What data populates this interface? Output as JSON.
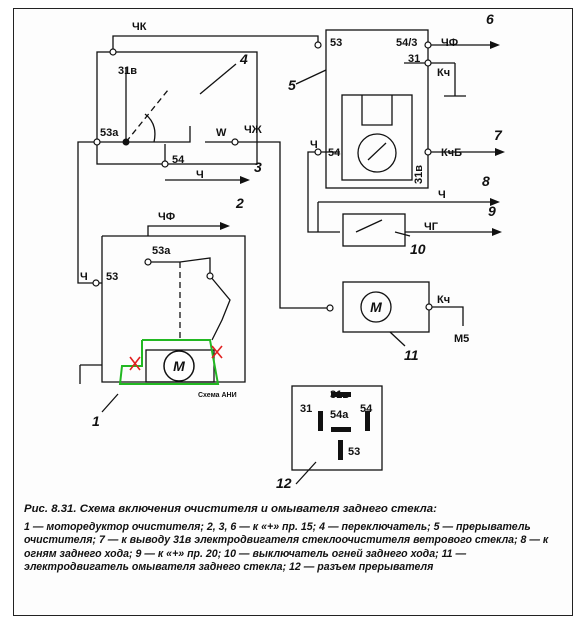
{
  "labels": {
    "chk": "ЧК",
    "t31v_1": "31в",
    "t53a_1": "53а",
    "w": "W",
    "chzh": "ЧЖ",
    "t54_1": "54",
    "ch_1": "Ч",
    "chf_1": "ЧФ",
    "t53a_2": "53а",
    "ch_2": "Ч",
    "t53_1": "53",
    "t53_2": "53",
    "t54_3": "54/3",
    "chf_2": "ЧФ",
    "t31": "31",
    "kch_1": "Кч",
    "ch_3": "Ч",
    "t54_2": "54",
    "kchb": "КчБ",
    "t31v_2": "31в",
    "ch_4": "Ч",
    "chg": "ЧГ",
    "kch_2": "Кч",
    "m5": "М5",
    "motor_1": "М",
    "motor_2": "М",
    "scheme_ani": "Схема АНИ",
    "conn_31v": "31в",
    "conn_31": "31",
    "conn_54a": "54а",
    "conn_54": "54",
    "conn_53": "53"
  },
  "callouts": [
    "1",
    "2",
    "3",
    "4",
    "5",
    "6",
    "7",
    "8",
    "9",
    "10",
    "11",
    "12"
  ],
  "colors": {
    "annotation_green": "#22b822",
    "annotation_red": "#e02020"
  },
  "caption": {
    "title": "Рис. 8.31. Схема включения очистителя и омывателя заднего стекла:",
    "legend": "1 — моторедуктор очистителя; 2, 3, 6 — к «+» пр. 15; 4 — переключатель; 5 — прерыватель очистителя; 7 — к выводу 31в электродвигателя стеклоочистителя ветрового стекла; 8 — к огням заднего хода; 9 — к «+» пр. 20; 10 — выключатель огней заднего хода; 11 — электродвигатель омывателя заднего стекла; 12 — разъем прерывателя"
  }
}
